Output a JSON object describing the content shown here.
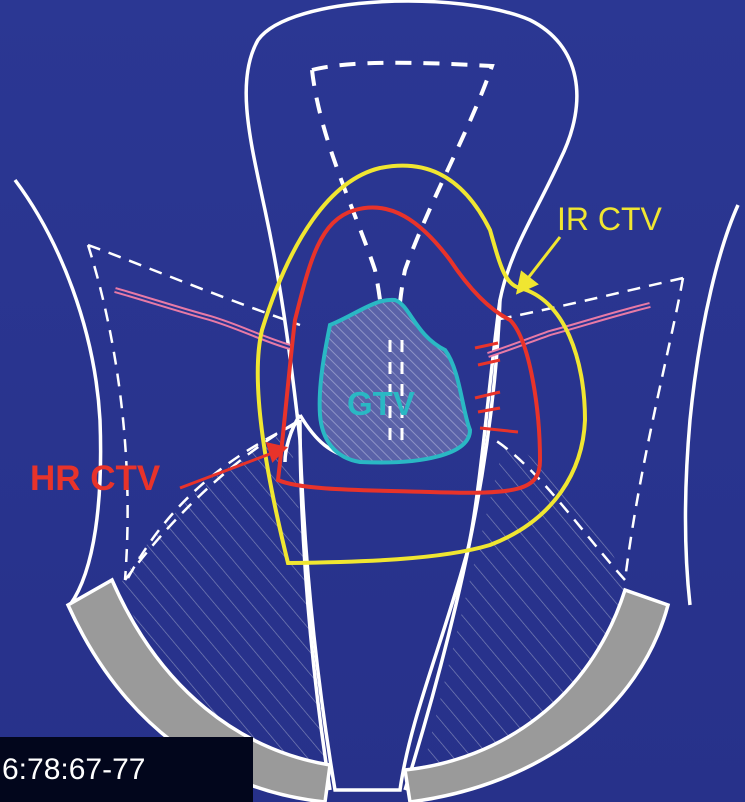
{
  "labels": {
    "ir_ctv": "IR CTV",
    "hr_ctv": "HR CTV",
    "gtv": "GTV"
  },
  "citation": "6:78:67-77",
  "colors": {
    "background": "#2a3590",
    "outline": "#ffffff",
    "ir_ctv": "#f0e631",
    "hr_ctv": "#e8332a",
    "gtv": "#2ab8c4",
    "bone": "#9a9a9a",
    "vessel": "#e87aa6",
    "citation_bg": "#02061c"
  }
}
